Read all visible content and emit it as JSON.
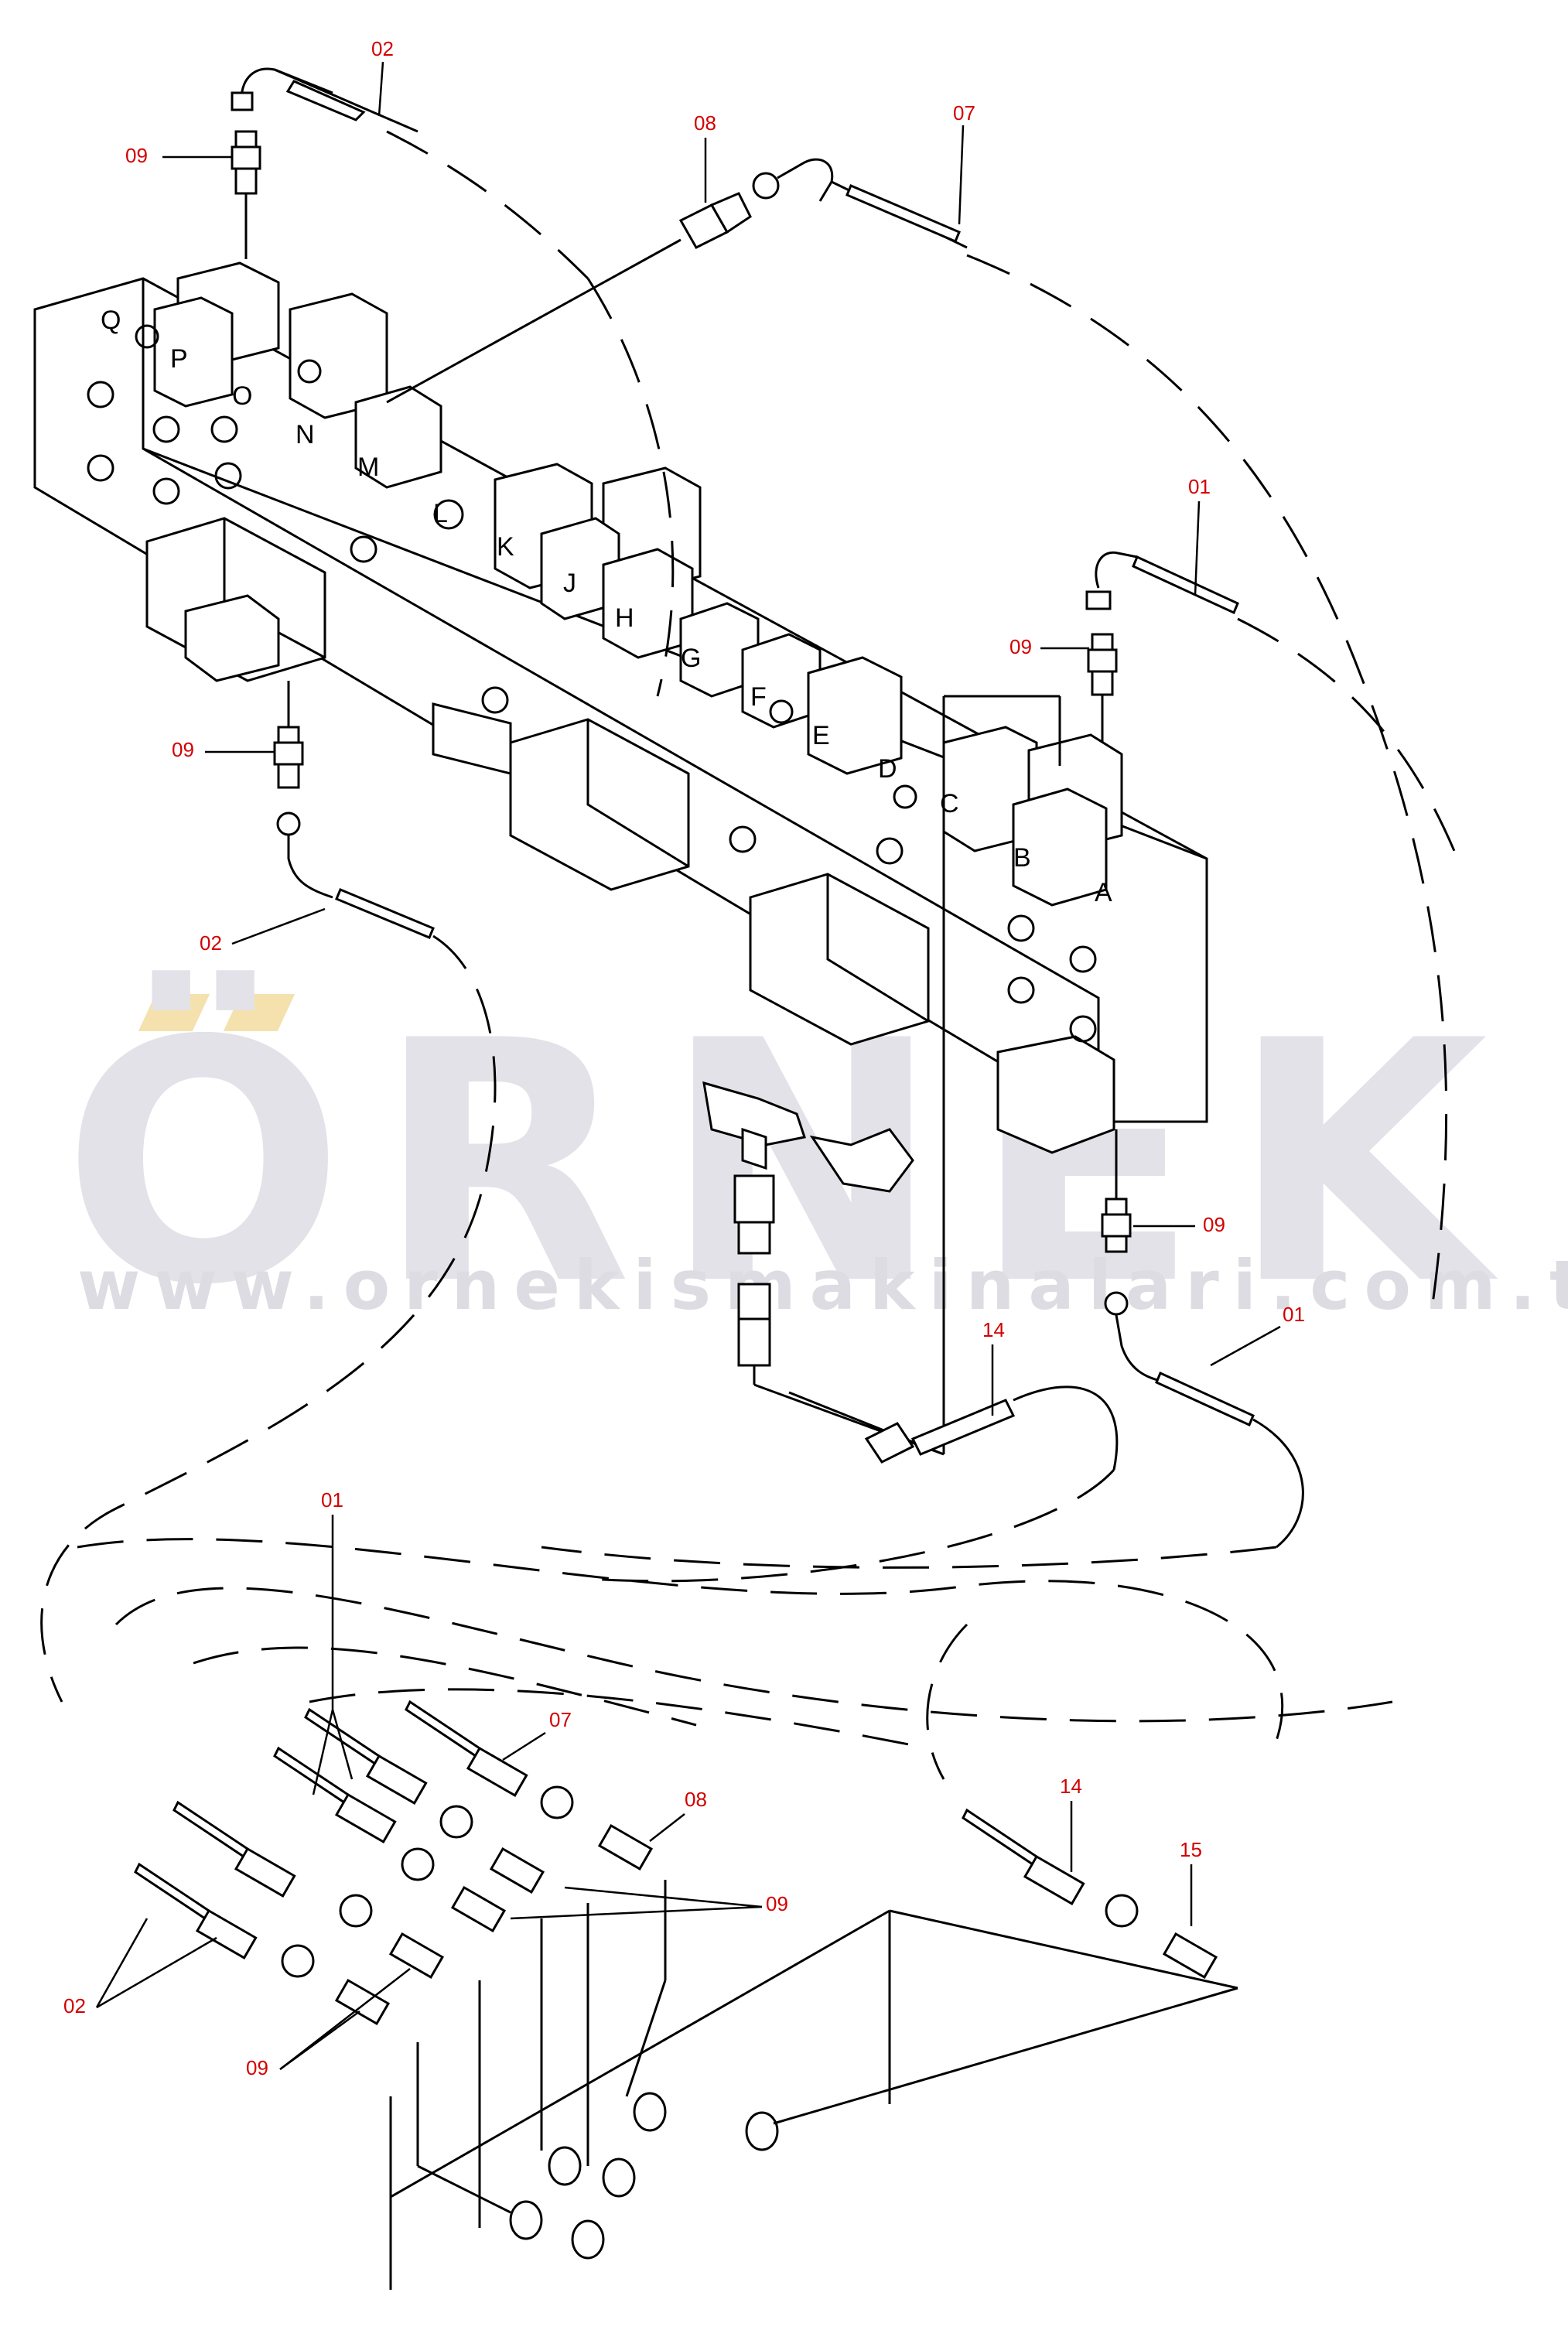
{
  "watermark": {
    "brand": "ÖRNEK",
    "url": "www.ornekismakinalari.com.tr"
  },
  "valve_letters": [
    "A",
    "B",
    "C",
    "D",
    "E",
    "F",
    "G",
    "H",
    "J",
    "K",
    "L",
    "M",
    "N",
    "O",
    "P",
    "Q"
  ],
  "callouts": {
    "c01": "01",
    "c02": "02",
    "c07": "07",
    "c08": "08",
    "c09": "09",
    "c14": "14",
    "c15": "15"
  },
  "colors": {
    "callout": "#d40000",
    "line": "#000000",
    "watermark_text": "#e2e2e8",
    "watermark_accent": "#f4e1ae"
  }
}
